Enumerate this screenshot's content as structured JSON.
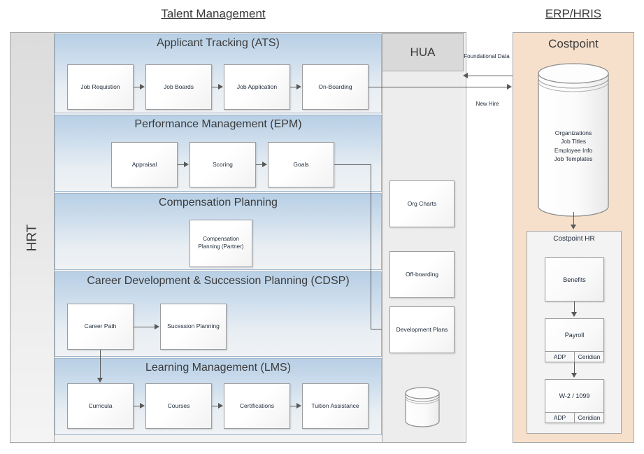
{
  "headers": {
    "talent_management": "Talent Management",
    "erp_hris": "ERP/HRIS"
  },
  "lanes": {
    "hrt": "HRT",
    "hua": "HUA"
  },
  "bands": [
    {
      "id": "ats",
      "title": "Applicant Tracking (ATS)",
      "boxes": [
        "Job Requistion",
        "Job Boards",
        "Job Application",
        "On-Boarding"
      ]
    },
    {
      "id": "epm",
      "title": "Performance Management (EPM)",
      "boxes": [
        "Appraisal",
        "Scoring",
        "Goals"
      ]
    },
    {
      "id": "comp",
      "title": "Compensation Planning",
      "boxes": [
        "Compensation Planning (Partner)"
      ]
    },
    {
      "id": "cdsp",
      "title": "Career Development & Succession Planning (CDSP)",
      "boxes": [
        "Career Path",
        "Sucession Planning"
      ]
    },
    {
      "id": "lms",
      "title": "Learning Management (LMS)",
      "boxes": [
        "Curricula",
        "Courses",
        "Certifications",
        "Tuition Assistance"
      ]
    }
  ],
  "hua_items": [
    {
      "label": "Org Charts"
    },
    {
      "label": "Off-boarding"
    },
    {
      "label": "Development Plans"
    }
  ],
  "hua_database": {
    "label": ""
  },
  "erp": {
    "panel_title": "Costpoint",
    "database": {
      "lines": [
        "Organizations",
        "Job Titles",
        "Employee Info",
        "Job Templates"
      ]
    },
    "hr_module": {
      "title": "Costpoint HR",
      "boxes": [
        {
          "label": "Benefits",
          "vendors": []
        },
        {
          "label": "Payroll",
          "vendors": [
            "ADP",
            "Ceridian"
          ]
        },
        {
          "label": "W-2 / 1099",
          "vendors": [
            "ADP",
            "Ceridian"
          ]
        }
      ]
    }
  },
  "connectors": [
    {
      "id": "foundational",
      "label": "Foundational Data",
      "direction": "left"
    },
    {
      "id": "new-hire",
      "label": "New Hire",
      "direction": "right"
    }
  ],
  "colors": {
    "band_blue": "#b8cfe5",
    "erp_peach": "#f6e0cb",
    "hua_gray": "#ededed",
    "hua_header_gray": "#d9d9d9",
    "frame_border": "#a6a6a6",
    "connector": "#595959"
  }
}
